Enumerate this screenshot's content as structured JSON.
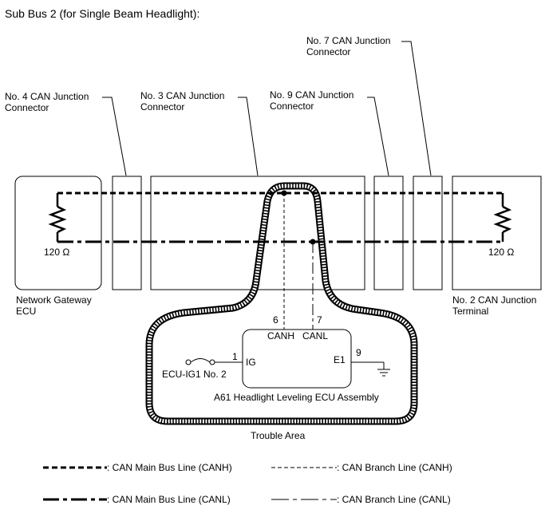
{
  "title": "Sub Bus 2 (for Single Beam Headlight):",
  "connectors": {
    "no4": [
      "No. 4 CAN Junction",
      "Connector"
    ],
    "no3": [
      "No. 3 CAN Junction",
      "Connector"
    ],
    "no9": [
      "No. 9 CAN Junction",
      "Connector"
    ],
    "no7": [
      "No. 7 CAN Junction",
      "Connector"
    ]
  },
  "gateway": [
    "Network Gateway",
    "ECU"
  ],
  "terminal": [
    "No. 2 CAN Junction",
    "Terminal"
  ],
  "resistor_left": "120 Ω",
  "resistor_right": "120 Ω",
  "ecu": {
    "name": "A61 Headlight Leveling ECU Assembly",
    "canh_label": "CANH",
    "canl_label": "CANL",
    "ig_label": "IG",
    "e1_label": "E1",
    "pin_canh": "6",
    "pin_canl": "7",
    "pin_ig": "1",
    "pin_e1": "9",
    "fuse_label": "ECU-IG1 No. 2"
  },
  "trouble_area": "Trouble Area",
  "legend": {
    "main_canh": ": CAN Main Bus Line (CANH)",
    "branch_canh": ": CAN Branch Line (CANH)",
    "main_canl": ": CAN Main Bus Line (CANL)",
    "branch_canl": ": CAN Branch Line (CANL)"
  }
}
